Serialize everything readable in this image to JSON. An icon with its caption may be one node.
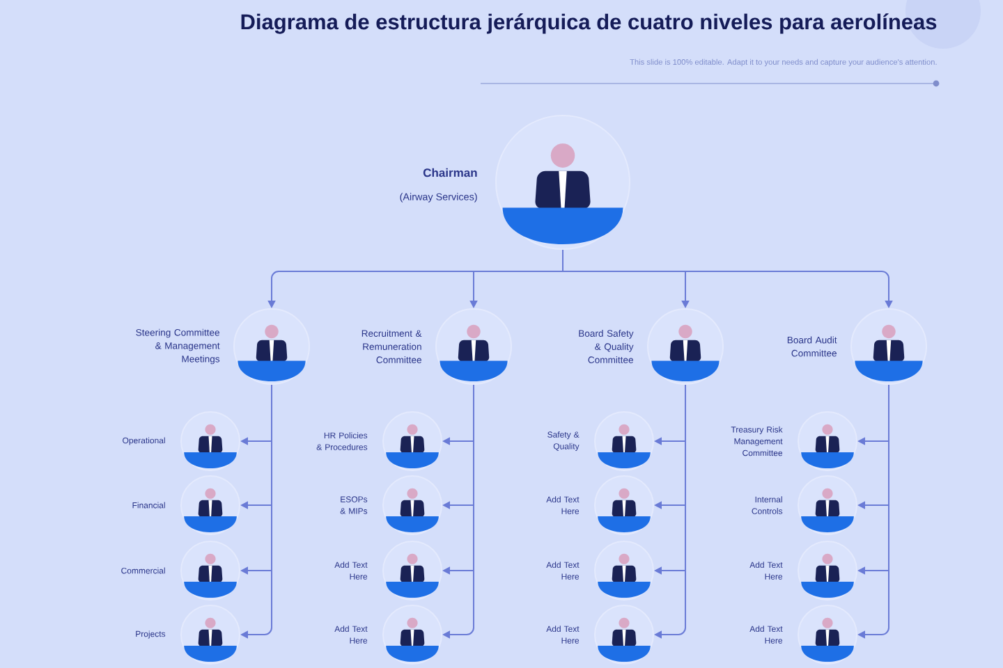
{
  "diagram": {
    "title": "Diagrama de estructura jerárquica de cuatro niveles para aerolíneas",
    "labels": [
      "This slide is 100% editable. Adapt it to your needs and capture your audience's attention."
    ],
    "nodes": [
      {
        "text": [
          "Chairman",
          "(Airway Services)"
        ]
      },
      {
        "text": [
          "Steering Committee & Management Meetings"
        ]
      },
      {
        "text": [
          "Recruitment & Remuneration Committee"
        ]
      },
      {
        "text": [
          "Board Safety & Quality Committee"
        ]
      },
      {
        "text": [
          "Board Audit Committee"
        ]
      },
      {
        "text": [
          "Operational"
        ]
      },
      {
        "text": [
          "Financial"
        ]
      },
      {
        "text": [
          "Commercial"
        ]
      },
      {
        "text": [
          "Projects"
        ]
      },
      {
        "text": [
          "HR Policies & Procedures"
        ]
      },
      {
        "text": [
          "ESOPs & MIPs"
        ]
      },
      {
        "text": [
          "Add Text Here"
        ]
      },
      {
        "text": [
          "Add Text Here"
        ]
      },
      {
        "text": [
          "Safety & Quality"
        ]
      },
      {
        "text": [
          "Add Text Here"
        ]
      },
      {
        "text": [
          "Add Text Here"
        ]
      },
      {
        "text": [
          "Add Text Here"
        ]
      },
      {
        "text": [
          "Treasury Risk Management Committee"
        ]
      },
      {
        "text": [
          "Internal Controls"
        ]
      },
      {
        "text": [
          "Add Text Here"
        ]
      },
      {
        "text": [
          "Add Text Here"
        ]
      }
    ],
    "edges": [
      {
        "from": 0,
        "to": 1,
        "arrow": "to"
      },
      {
        "from": 0,
        "to": 2,
        "arrow": "to"
      },
      {
        "from": 0,
        "to": 3,
        "arrow": "to"
      },
      {
        "from": 0,
        "to": 4,
        "arrow": "to"
      },
      {
        "from": 1,
        "to": 5,
        "arrow": "to"
      },
      {
        "from": 1,
        "to": 6,
        "arrow": "to"
      },
      {
        "from": 1,
        "to": 7,
        "arrow": "to"
      },
      {
        "from": 1,
        "to": 8,
        "arrow": "to"
      },
      {
        "from": 2,
        "to": 9,
        "arrow": "to"
      },
      {
        "from": 2,
        "to": 10,
        "arrow": "to"
      },
      {
        "from": 2,
        "to": 11,
        "arrow": "to"
      },
      {
        "from": 2,
        "to": 12,
        "arrow": "to"
      },
      {
        "from": 3,
        "to": 13,
        "arrow": "to"
      },
      {
        "from": 3,
        "to": 14,
        "arrow": "to"
      },
      {
        "from": 3,
        "to": 15,
        "arrow": "to"
      },
      {
        "from": 3,
        "to": 16,
        "arrow": "to"
      },
      {
        "from": 4,
        "to": 17,
        "arrow": "to"
      },
      {
        "from": 4,
        "to": 18,
        "arrow": "to"
      },
      {
        "from": 4,
        "to": 19,
        "arrow": "to"
      },
      {
        "from": 4,
        "to": 20,
        "arrow": "to"
      }
    ]
  }
}
